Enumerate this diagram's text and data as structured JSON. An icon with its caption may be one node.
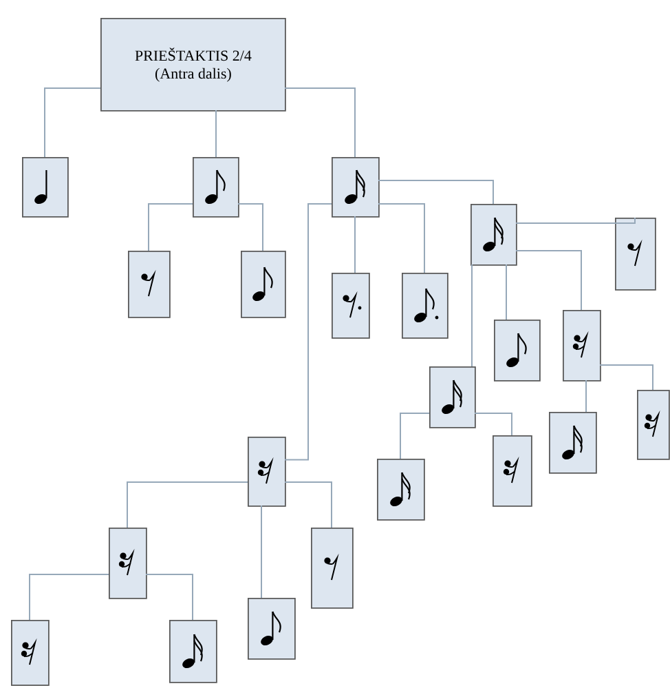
{
  "diagram": {
    "nodes": [
      {
        "text": [
          "PRIEŠTAKTIS 2/4",
          "(Antra dalis)"
        ]
      },
      {
        "text": [],
        "shape": "box"
      },
      {
        "text": [],
        "shape": "box"
      },
      {
        "text": [],
        "shape": "box"
      },
      {
        "text": [],
        "shape": "box"
      },
      {
        "text": [],
        "shape": "box"
      },
      {
        "text": [],
        "shape": "box"
      },
      {
        "text": [],
        "shape": "box"
      },
      {
        "text": [],
        "shape": "box"
      },
      {
        "text": [],
        "shape": "box"
      },
      {
        "text": [],
        "shape": "box"
      },
      {
        "text": [],
        "shape": "box"
      },
      {
        "text": [],
        "shape": "box"
      },
      {
        "text": [],
        "shape": "box"
      },
      {
        "text": [],
        "shape": "box"
      },
      {
        "text": [],
        "shape": "box"
      },
      {
        "text": [],
        "shape": "box"
      },
      {
        "text": [],
        "shape": "box"
      },
      {
        "text": [],
        "shape": "box"
      },
      {
        "text": [],
        "shape": "box"
      },
      {
        "text": [],
        "shape": "box"
      },
      {
        "text": [],
        "shape": "box"
      },
      {
        "text": [],
        "shape": "box"
      }
    ],
    "edges": [
      {
        "from": 0,
        "to": 1,
        "arrow": "none"
      },
      {
        "from": 0,
        "to": 2,
        "arrow": "none"
      },
      {
        "from": 0,
        "to": 3,
        "arrow": "none"
      },
      {
        "from": 2,
        "to": 4,
        "arrow": "none"
      },
      {
        "from": 2,
        "to": 5,
        "arrow": "none"
      },
      {
        "from": 3,
        "to": 6,
        "arrow": "none"
      },
      {
        "from": 3,
        "to": 7,
        "arrow": "none"
      },
      {
        "from": 3,
        "to": 8,
        "arrow": "none"
      },
      {
        "from": 3,
        "to": 17,
        "arrow": "none"
      },
      {
        "from": 8,
        "to": 9,
        "arrow": "none"
      },
      {
        "from": 8,
        "to": 10,
        "arrow": "none"
      },
      {
        "from": 8,
        "to": 11,
        "arrow": "none"
      },
      {
        "from": 8,
        "to": 12,
        "arrow": "none"
      },
      {
        "from": 11,
        "to": 13,
        "arrow": "none"
      },
      {
        "from": 11,
        "to": 14,
        "arrow": "none"
      },
      {
        "from": 12,
        "to": 15,
        "arrow": "none"
      },
      {
        "from": 12,
        "to": 16,
        "arrow": "none"
      },
      {
        "from": 17,
        "to": 18,
        "arrow": "none"
      },
      {
        "from": 17,
        "to": 19,
        "arrow": "none"
      },
      {
        "from": 17,
        "to": 20,
        "arrow": "none"
      },
      {
        "from": 18,
        "to": 21,
        "arrow": "none"
      },
      {
        "from": 18,
        "to": 22,
        "arrow": "none"
      }
    ]
  }
}
